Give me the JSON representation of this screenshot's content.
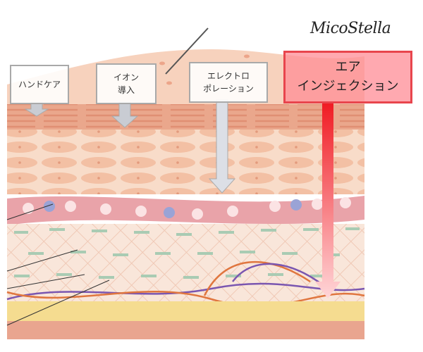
{
  "logo": "MicoStella",
  "labels": {
    "hand_care": "ハンドケア",
    "ion": "イオン\n導入",
    "electro": "エレクトロ\nポレーション",
    "air_injection": "エア\nインジェクション"
  },
  "colors": {
    "air_red": "#e8454d",
    "arrow_gray": "#c9ccd3",
    "skin_top": "#f6cdb5",
    "vessel": "#e9a3a9",
    "fat": "#f5dc90"
  }
}
